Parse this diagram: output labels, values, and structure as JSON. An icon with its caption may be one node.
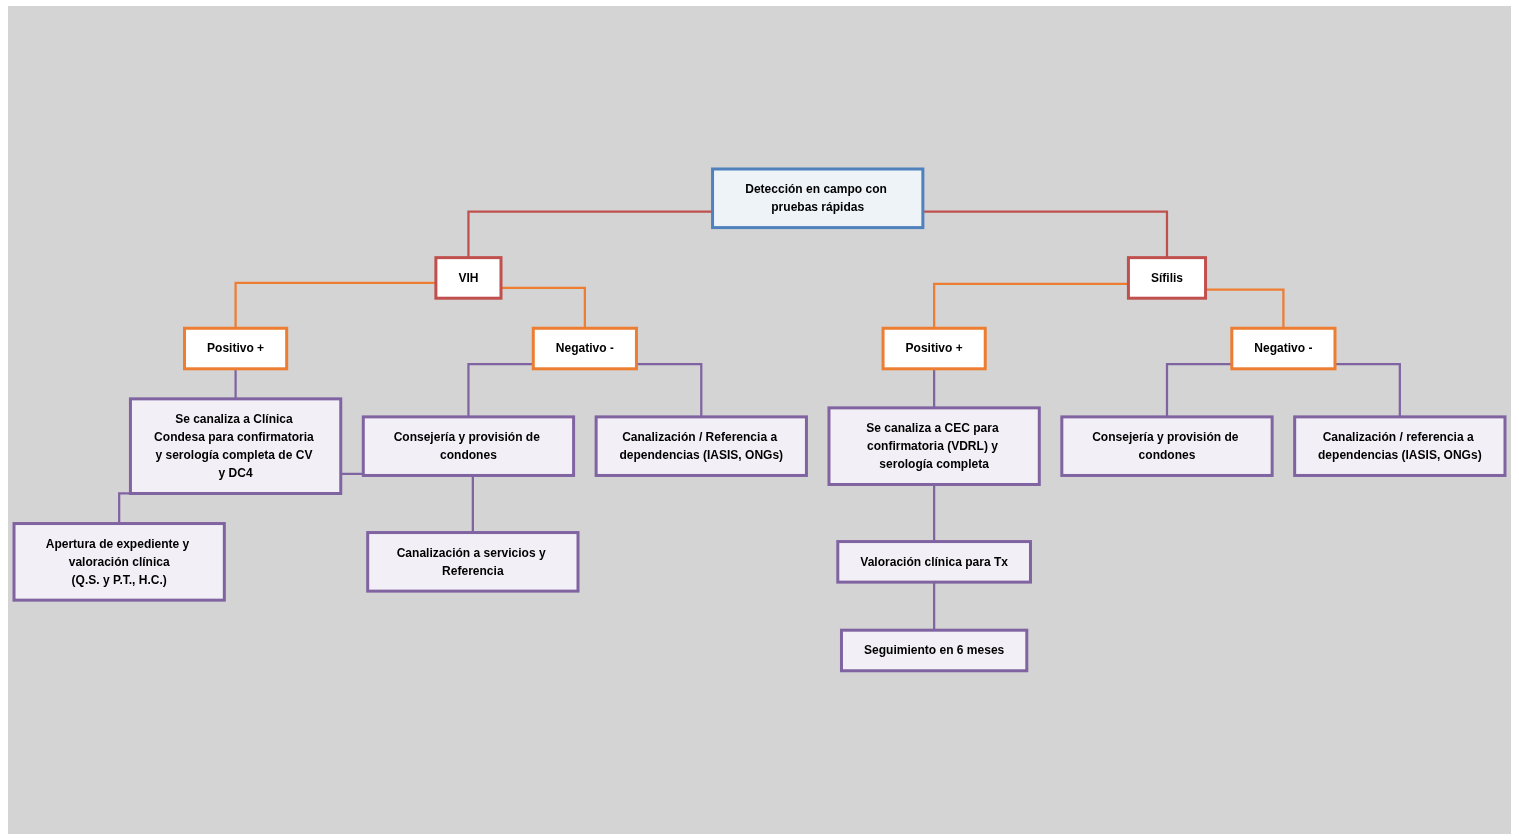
{
  "diagram": {
    "nodes": [
      {
        "text": [
          "Detección en campo con pruebas rápidas"
        ]
      },
      {
        "text": [
          "VIH"
        ]
      },
      {
        "text": [
          "Sífilis"
        ]
      },
      {
        "text": [
          "Positivo +"
        ]
      },
      {
        "text": [
          "Negativo -"
        ]
      },
      {
        "text": [
          "Se canaliza a Clínica Condesa para confirmatoria y serología completa de CV y DC4"
        ]
      },
      {
        "text": [
          "Consejería y provisión de condones"
        ]
      },
      {
        "text": [
          "Canalización / Referencia a dependencias (IASIS, ONGs)"
        ]
      },
      {
        "text": [
          "Apertura de expediente y valoración clínica",
          "(Q.S. y P.T., H.C.)"
        ]
      },
      {
        "text": [
          "Canalización a servicios y Referencia"
        ]
      },
      {
        "text": [
          "Positivo +"
        ]
      },
      {
        "text": [
          "Negativo -"
        ]
      },
      {
        "text": [
          "Se canaliza a CEC para confirmatoria (VDRL) y serología completa"
        ]
      },
      {
        "text": [
          "Valoración clínica para Tx"
        ]
      },
      {
        "text": [
          "Seguimiento en 6 meses"
        ]
      },
      {
        "text": [
          "Consejería y provisión de condones"
        ]
      },
      {
        "text": [
          "Canalización / referencia a dependencias (IASIS, ONGs)"
        ]
      }
    ],
    "edges": [
      {
        "from": 0,
        "to": 1,
        "arrow": "none",
        "color": "#c0504d"
      },
      {
        "from": 0,
        "to": 2,
        "arrow": "none",
        "color": "#c0504d"
      },
      {
        "from": 1,
        "to": 3,
        "arrow": "none",
        "color": "#ed7d31"
      },
      {
        "from": 1,
        "to": 4,
        "arrow": "none",
        "color": "#ed7d31"
      },
      {
        "from": 3,
        "to": 5,
        "arrow": "none"
      },
      {
        "from": 4,
        "to": 6,
        "arrow": "none"
      },
      {
        "from": 4,
        "to": 7,
        "arrow": "none"
      },
      {
        "from": 5,
        "to": 8,
        "arrow": "none"
      },
      {
        "from": 5,
        "to": 9,
        "arrow": "none"
      },
      {
        "from": 2,
        "to": 10,
        "arrow": "none",
        "color": "#ed7d31"
      },
      {
        "from": 2,
        "to": 11,
        "arrow": "none",
        "color": "#ed7d31"
      },
      {
        "from": 10,
        "to": 12,
        "arrow": "none"
      },
      {
        "from": 12,
        "to": 13,
        "arrow": "none"
      },
      {
        "from": 13,
        "to": 14,
        "arrow": "none"
      },
      {
        "from": 11,
        "to": 15,
        "arrow": "none"
      },
      {
        "from": 11,
        "to": 16,
        "arrow": "none"
      }
    ]
  }
}
